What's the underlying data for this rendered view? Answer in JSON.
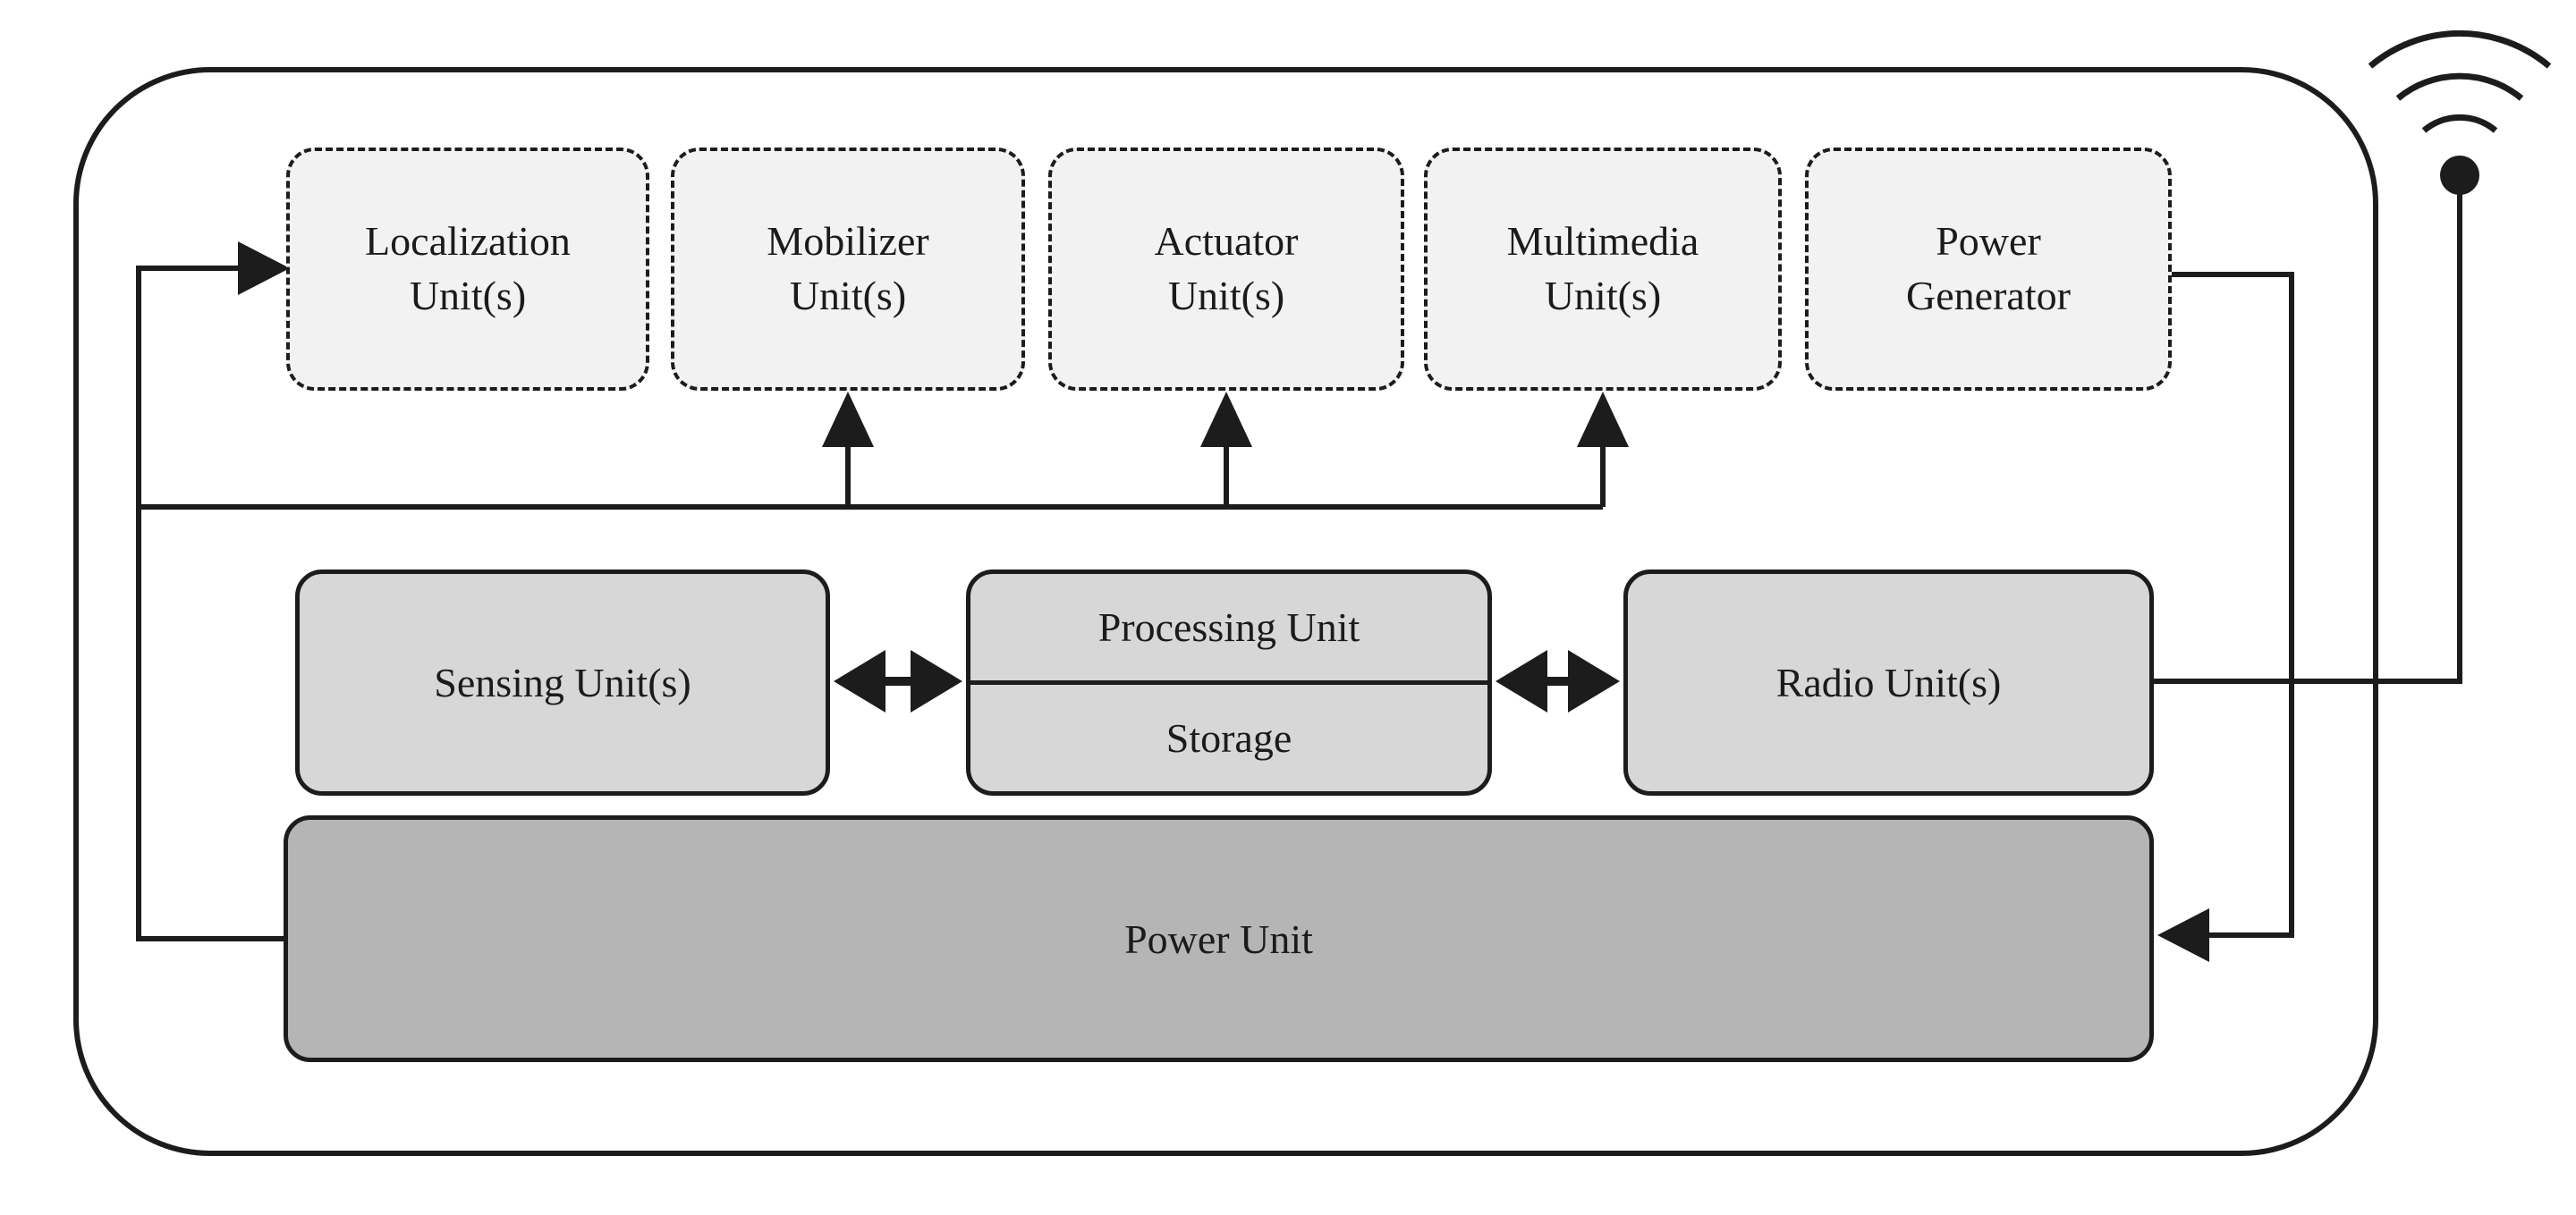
{
  "palette": {
    "background": "#ffffff",
    "outline": "#1c1c1c",
    "dashed_unit_fill": "#f2f2f2",
    "unit_fill": "#d7d7d7",
    "power_unit_fill": "#b5b5b5",
    "text_color": "#1b1b1b"
  },
  "node": {
    "top_units": [
      {
        "line1": "Localization",
        "line2": "Unit(s)"
      },
      {
        "line1": "Mobilizer",
        "line2": "Unit(s)"
      },
      {
        "line1": "Actuator",
        "line2": "Unit(s)"
      },
      {
        "line1": "Multimedia",
        "line2": "Unit(s)"
      },
      {
        "line1": "Power",
        "line2": "Generator"
      }
    ],
    "sensing_label": "Sensing Unit(s)",
    "processing_label": "Processing Unit",
    "storage_label": "Storage",
    "radio_label": "Radio Unit(s)",
    "power_unit_label": "Power Unit",
    "antenna_icon": "wireless-antenna"
  }
}
